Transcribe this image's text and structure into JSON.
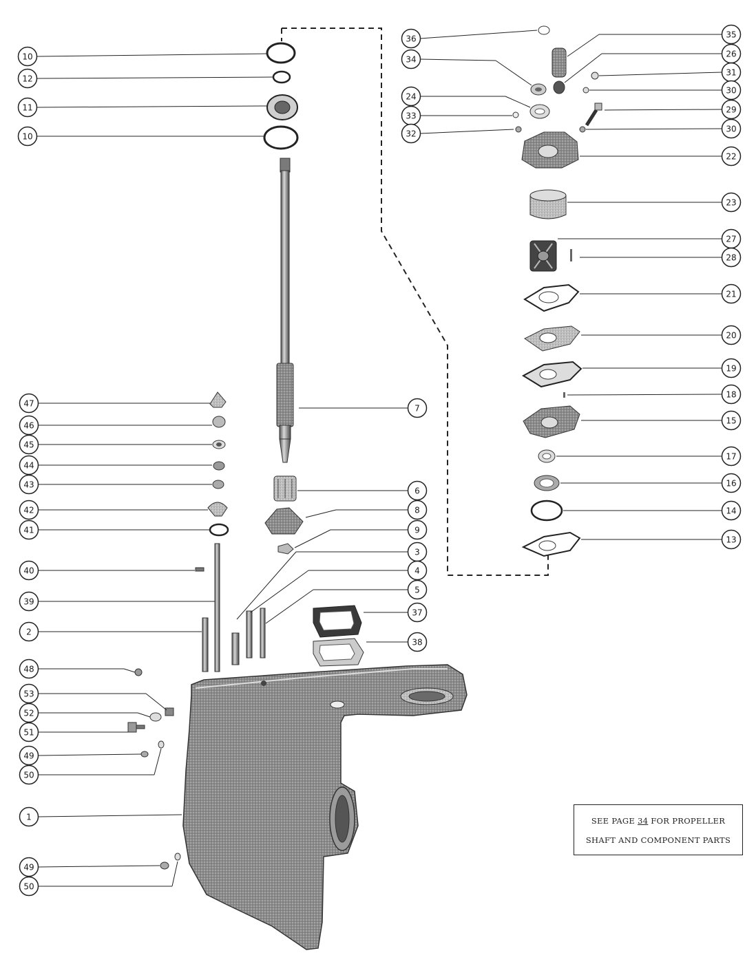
{
  "reference_note": {
    "line1_prefix": "SEE PAGE",
    "page_number": "34",
    "line1_suffix": "FOR PROPELLER",
    "line2": "SHAFT AND COMPONENT PARTS"
  },
  "callouts": [
    {
      "id": "c10a",
      "num": "10"
    },
    {
      "id": "c12",
      "num": "12"
    },
    {
      "id": "c11",
      "num": "11"
    },
    {
      "id": "c10b",
      "num": "10"
    },
    {
      "id": "c36",
      "num": "36"
    },
    {
      "id": "c34",
      "num": "34"
    },
    {
      "id": "c24",
      "num": "24"
    },
    {
      "id": "c33",
      "num": "33"
    },
    {
      "id": "c32",
      "num": "32"
    },
    {
      "id": "c35",
      "num": "35"
    },
    {
      "id": "c26",
      "num": "26"
    },
    {
      "id": "c31",
      "num": "31"
    },
    {
      "id": "c30a",
      "num": "30"
    },
    {
      "id": "c29",
      "num": "29"
    },
    {
      "id": "c30b",
      "num": "30"
    },
    {
      "id": "c22",
      "num": "22"
    },
    {
      "id": "c23",
      "num": "23"
    },
    {
      "id": "c27",
      "num": "27"
    },
    {
      "id": "c28",
      "num": "28"
    },
    {
      "id": "c21",
      "num": "21"
    },
    {
      "id": "c20",
      "num": "20"
    },
    {
      "id": "c19",
      "num": "19"
    },
    {
      "id": "c18",
      "num": "18"
    },
    {
      "id": "c15",
      "num": "15"
    },
    {
      "id": "c17",
      "num": "17"
    },
    {
      "id": "c16",
      "num": "16"
    },
    {
      "id": "c14",
      "num": "14"
    },
    {
      "id": "c13",
      "num": "13"
    },
    {
      "id": "c7",
      "num": "7"
    },
    {
      "id": "c6",
      "num": "6"
    },
    {
      "id": "c8",
      "num": "8"
    },
    {
      "id": "c9",
      "num": "9"
    },
    {
      "id": "c3",
      "num": "3"
    },
    {
      "id": "c4",
      "num": "4"
    },
    {
      "id": "c5",
      "num": "5"
    },
    {
      "id": "c37",
      "num": "37"
    },
    {
      "id": "c38",
      "num": "38"
    },
    {
      "id": "c47",
      "num": "47"
    },
    {
      "id": "c46",
      "num": "46"
    },
    {
      "id": "c45",
      "num": "45"
    },
    {
      "id": "c44",
      "num": "44"
    },
    {
      "id": "c43",
      "num": "43"
    },
    {
      "id": "c42",
      "num": "42"
    },
    {
      "id": "c41",
      "num": "41"
    },
    {
      "id": "c40",
      "num": "40"
    },
    {
      "id": "c39",
      "num": "39"
    },
    {
      "id": "c2",
      "num": "2"
    },
    {
      "id": "c48",
      "num": "48"
    },
    {
      "id": "c53",
      "num": "53"
    },
    {
      "id": "c52",
      "num": "52"
    },
    {
      "id": "c51",
      "num": "51"
    },
    {
      "id": "c49a",
      "num": "49"
    },
    {
      "id": "c50a",
      "num": "50"
    },
    {
      "id": "c1",
      "num": "1"
    },
    {
      "id": "c49b",
      "num": "49"
    },
    {
      "id": "c50b",
      "num": "50"
    }
  ]
}
